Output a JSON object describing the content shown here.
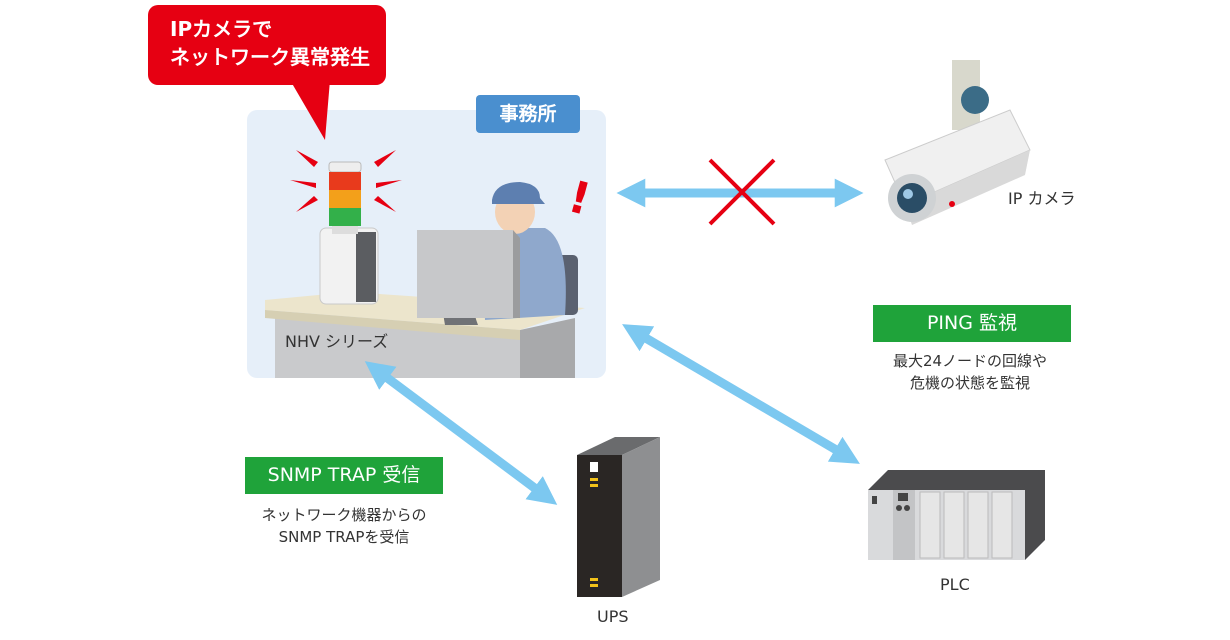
{
  "alert_callout": {
    "line1": "IPカメラで",
    "line2": "ネットワーク異常発生"
  },
  "office": {
    "label": "事務所",
    "device_label": "NHV シリーズ"
  },
  "devices": {
    "camera": "IP カメラ",
    "plc": "PLC",
    "ups": "UPS"
  },
  "ping": {
    "title": "PING 監視",
    "desc_line1": "最大24ノードの回線や",
    "desc_line2": "危機の状態を監視"
  },
  "snmp": {
    "title": "SNMP TRAP 受信",
    "desc_line1": "ネットワーク機器からの",
    "desc_line2": "SNMP TRAPを受信"
  },
  "colors": {
    "alert_red": "#e60012",
    "office_blue": "#4a8fcf",
    "label_green": "#1fa33a",
    "arrow_blue": "#7cc8f0",
    "office_bg": "#e6eff9"
  }
}
